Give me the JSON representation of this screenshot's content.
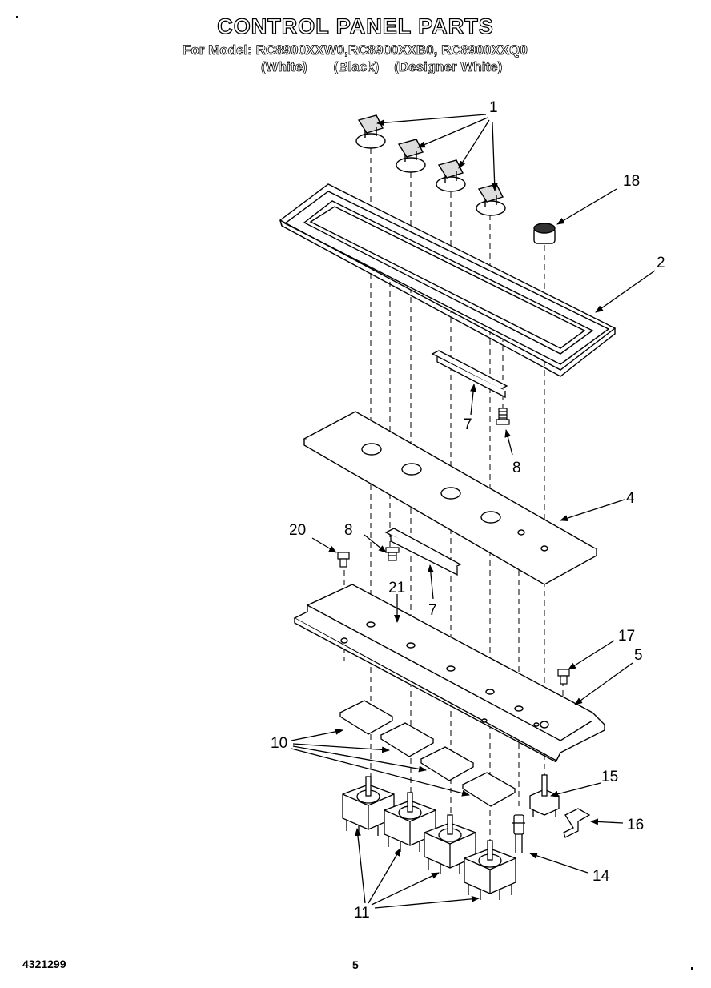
{
  "title": "CONTROL PANEL PARTS",
  "models_line": "For Model: RC8900XXW0,RC8900XXB0, RC8900XXQ0",
  "colors_line": "(White)       (Black)    (Designer White)",
  "footer": {
    "doc_number": "4321299",
    "page": "5"
  },
  "callouts": {
    "c1": "1",
    "c18": "18",
    "c2": "2",
    "c7a": "7",
    "c8a": "8",
    "c4": "4",
    "c20": "20",
    "c8b": "8",
    "c21": "21",
    "c7b": "7",
    "c17": "17",
    "c5": "5",
    "c10": "10",
    "c15": "15",
    "c16": "16",
    "c14": "14",
    "c11": "11"
  }
}
